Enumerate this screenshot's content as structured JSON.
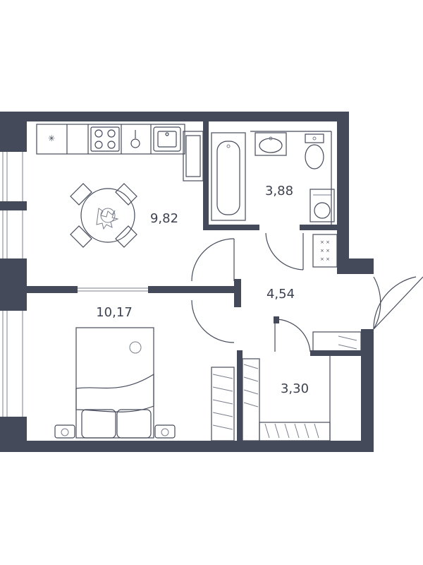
{
  "rooms": [
    {
      "id": "kitchen",
      "area": "9,82"
    },
    {
      "id": "bathroom",
      "area": "3,88"
    },
    {
      "id": "hallway",
      "area": "4,54"
    },
    {
      "id": "bedroom",
      "area": "10,17"
    },
    {
      "id": "wardrobe",
      "area": "3,30"
    }
  ],
  "colors": {
    "wall": "#454a5a",
    "label": "#3d4250",
    "background": "#ffffff"
  },
  "icons": [
    "cooktop-icon",
    "sink-icon",
    "toilet-icon",
    "bathtub-icon",
    "washing-machine-icon",
    "dining-table-icon",
    "bed-icon",
    "radiator-icon"
  ]
}
